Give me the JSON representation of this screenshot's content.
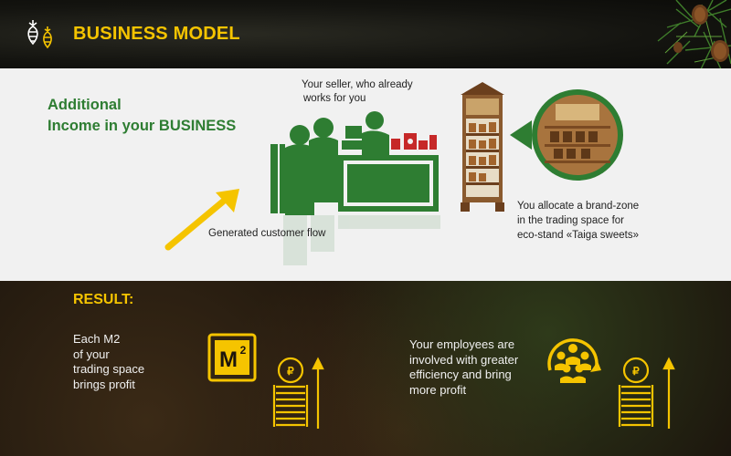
{
  "header": {
    "title": "BUSINESS MODEL",
    "logo_icon": "pinecone-logo-icon",
    "decoration_icon": "pine-branch-icon"
  },
  "colors": {
    "accent_yellow": "#f5c400",
    "brand_green": "#2e7d32",
    "panel_light": "#f1f1f1",
    "text_light": "#f0f0f0"
  },
  "income": {
    "line1": "Additional",
    "line2": "Income in your BUSINESS"
  },
  "seller": {
    "line1": "Your seller, who already",
    "line2": "works  for you"
  },
  "flow": {
    "label": "Generated customer flow"
  },
  "brand_zone": {
    "line1": "You allocate a brand-zone",
    "line2": "in the trading space for",
    "line3": "eco-stand «Taiga sweets»"
  },
  "result": {
    "title": "RESULT:",
    "m2": {
      "line1": "Each  M2",
      "line2": "of your",
      "line3": "trading space",
      "line4": "brings profit",
      "icon_label": "M",
      "icon_sup": "2"
    },
    "employees": {
      "line1": "Your employees are",
      "line2": "involved with greater",
      "line3": "efficiency and bring",
      "line4": "more profit"
    }
  }
}
